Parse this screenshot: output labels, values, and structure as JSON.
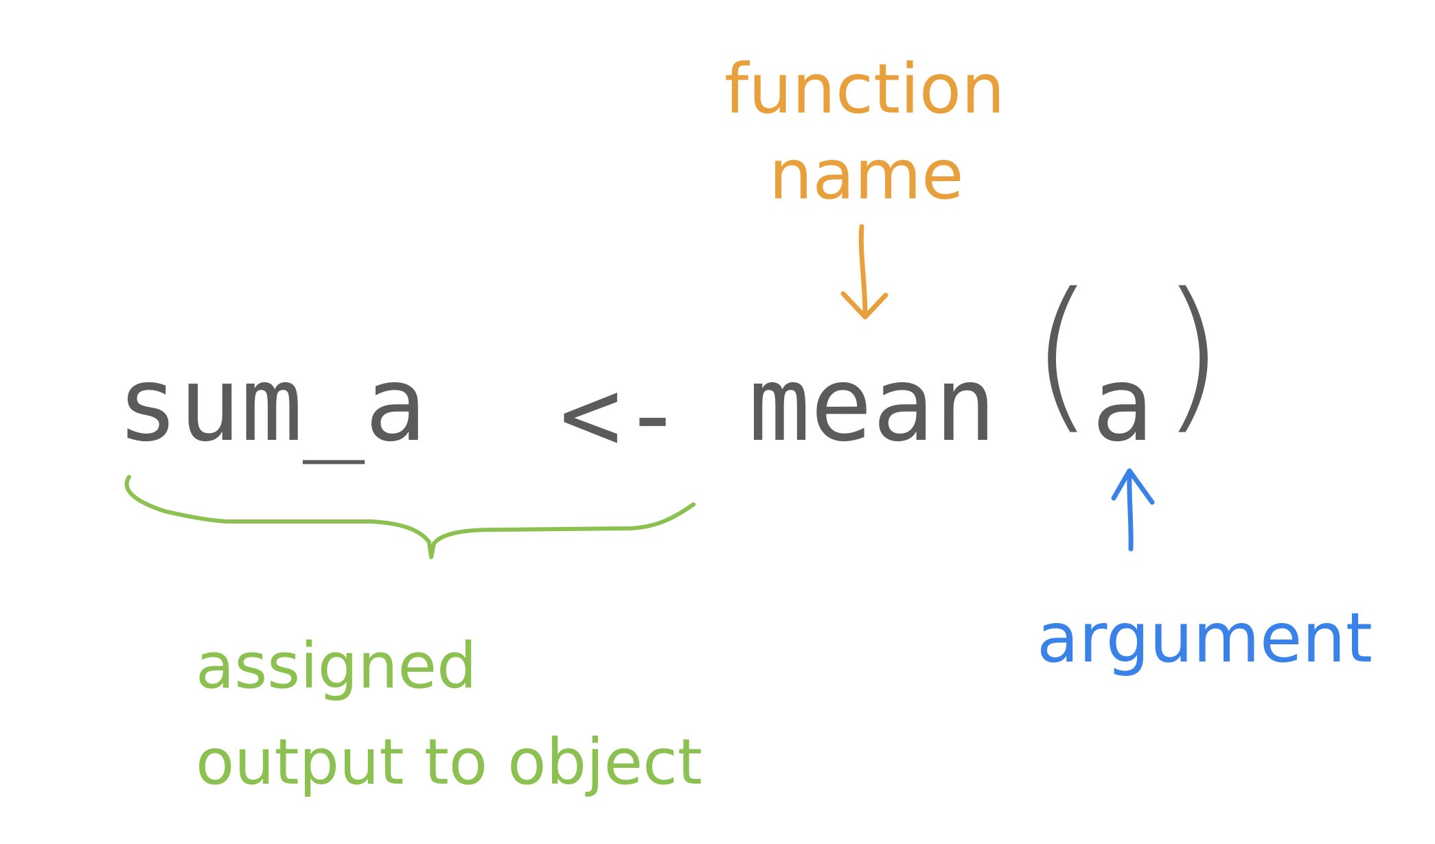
{
  "code": {
    "object": "sum_a",
    "assign": "<-",
    "function": "mean",
    "open_paren": "(",
    "argument": "a",
    "close_paren": ")"
  },
  "labels": {
    "function_line1": "function",
    "function_line2": "name",
    "assigned_line1": "assigned",
    "assigned_line2": "output to object",
    "argument": "argument"
  },
  "colors": {
    "code": "#5b5b5b",
    "function_label": "#e8a03c",
    "assigned_label": "#8cc152",
    "argument_label": "#3b82e8"
  }
}
